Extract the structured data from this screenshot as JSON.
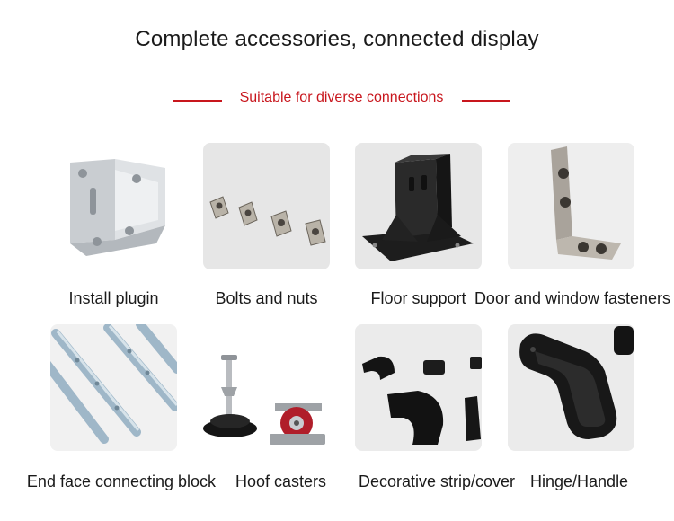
{
  "header": {
    "title": "Complete accessories, connected display",
    "subtitle": "Suitable for diverse connections"
  },
  "colors": {
    "accent": "#c8161d",
    "text": "#1a1a1a",
    "tile_bg": "#e9e9e9"
  },
  "products": [
    {
      "label": "Install plugin",
      "icon": "angle-bracket-icon"
    },
    {
      "label": "Bolts and nuts",
      "icon": "t-nuts-icon"
    },
    {
      "label": "Floor support",
      "icon": "floor-support-icon"
    },
    {
      "label": "Door and window fasteners",
      "icon": "hinge-fastener-icon"
    },
    {
      "label": "End face connecting block",
      "icon": "connecting-strip-icon"
    },
    {
      "label": "Hoof casters",
      "icon": "caster-foot-icon"
    },
    {
      "label": "Decorative strip/cover",
      "icon": "end-cap-icon"
    },
    {
      "label": "Hinge/Handle",
      "icon": "handle-icon"
    }
  ]
}
